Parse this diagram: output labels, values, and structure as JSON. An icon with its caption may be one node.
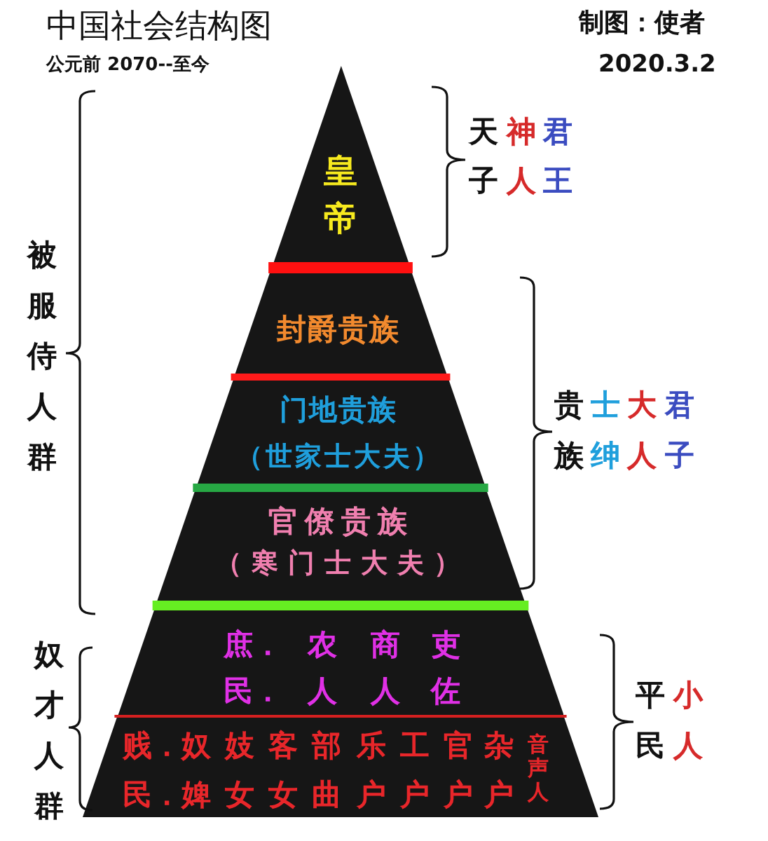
{
  "diagram": {
    "title": "中国社会结构图",
    "nodes": [
      {
        "text": [
          "皇帝"
        ]
      },
      {
        "text": [
          "封爵贵族"
        ]
      },
      {
        "text": [
          "门地贵族",
          "（世家士大夫）"
        ]
      },
      {
        "text": [
          "官僚贵族",
          "（寒门士大夫）"
        ]
      },
      {
        "text": [
          "庶．民．",
          "农人",
          "商人",
          "吏佐"
        ]
      },
      {
        "text": [
          "贱．民．",
          "奴婢",
          "妓女",
          "客女",
          "部曲",
          "乐户",
          "工户",
          "官户",
          "杂户",
          "音声人"
        ]
      }
    ],
    "edges": [],
    "labels": [
      "制图：使者",
      "公元前 2070--至今",
      "2020.3.2",
      "天子",
      "神人",
      "君王",
      "被服侍人群",
      "贵族",
      "士绅",
      "大人",
      "君子",
      "奴才人群",
      "平民",
      "小人"
    ]
  }
}
